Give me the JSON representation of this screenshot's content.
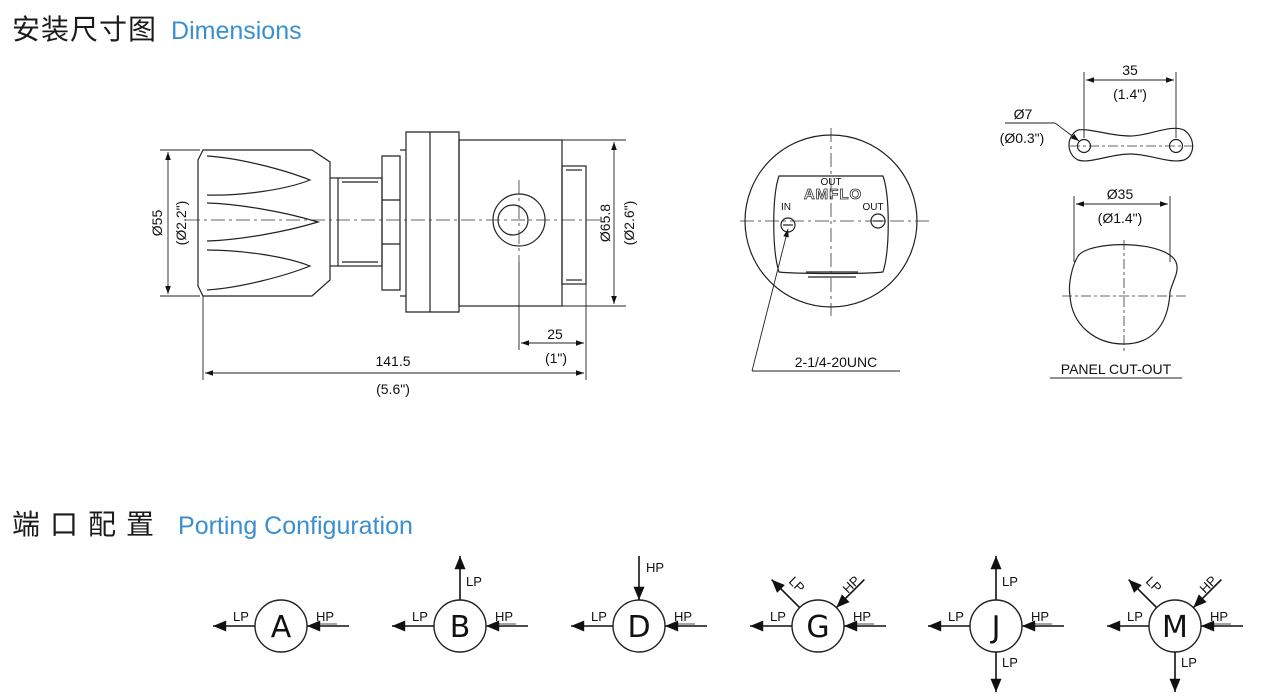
{
  "headings": {
    "dimensions_zh": "安装尺寸图",
    "dimensions_en": "Dimensions",
    "porting_zh": "端口配置",
    "porting_en": "Porting Configuration"
  },
  "side_view": {
    "dia_55": "Ø55",
    "dia_55_in": "(Ø2.2\")",
    "dia_65": "Ø65.8",
    "dia_65_in": "(Ø2.6\")",
    "len_25": "25",
    "len_25_in": "(1\")",
    "len_total": "141.5",
    "len_total_in": "(5.6\")"
  },
  "front_view": {
    "out_top": "OUT",
    "brand": "AMFLO",
    "port_in": "IN",
    "port_out": "OUT",
    "thread": "2-1/4-20UNC"
  },
  "panel": {
    "spacing": "35",
    "spacing_in": "(1.4\")",
    "hole_dia": "Ø7",
    "hole_dia_in": "(Ø0.3\")",
    "cut_dia": "Ø35",
    "cut_dia_in": "(Ø1.4\")",
    "caption": "PANEL CUT-OUT"
  },
  "ports": [
    {
      "letter": "A",
      "left": "LP",
      "right": "HP"
    },
    {
      "letter": "B",
      "left": "LP",
      "right": "HP",
      "up": "LP"
    },
    {
      "letter": "D",
      "left": "LP",
      "right": "HP",
      "down_in": "HP"
    },
    {
      "letter": "G",
      "left": "LP",
      "right": "HP",
      "diag_left": "LP",
      "diag_right": "HP"
    },
    {
      "letter": "J",
      "left": "LP",
      "right": "HP",
      "up": "LP",
      "down": "LP"
    },
    {
      "letter": "M",
      "left": "LP",
      "right": "HP",
      "diag_left": "LP",
      "diag_right": "HP",
      "down": "LP"
    }
  ]
}
